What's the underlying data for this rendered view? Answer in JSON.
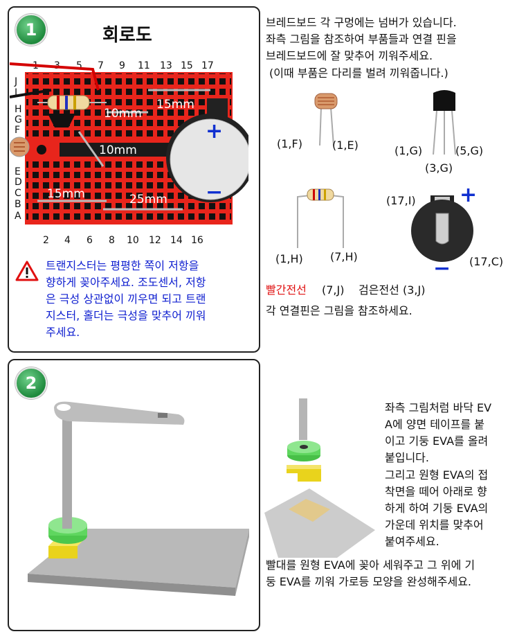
{
  "step1": {
    "badge": "1",
    "title": "회로도",
    "top_cols": [
      "1",
      "3",
      "5",
      "7",
      "9",
      "11",
      "13",
      "15",
      "17"
    ],
    "bottom_cols": [
      "2",
      "4",
      "6",
      "8",
      "10",
      "12",
      "14",
      "16"
    ],
    "rows_upper": [
      "J",
      "I",
      "H",
      "G",
      "F"
    ],
    "rows_lower": [
      "E",
      "D",
      "C",
      "B",
      "A"
    ],
    "measures": [
      "10mm",
      "15mm",
      "10mm",
      "15mm",
      "25mm"
    ],
    "polarity_plus": "+",
    "polarity_minus": "−",
    "warning_lines": [
      "트랜지스터는 평평한 쪽이 저항을",
      "향하게 꽂아주세요. 조도센서, 저항",
      "은 극성 상관없이 끼우면 되고 트랜",
      "지스터, 홀더는 극성을 맞추어 끼워",
      "주세요."
    ],
    "intro_lines": [
      "브레드보드 각 구멍에는 넘버가 있습니다.",
      "좌측 그림을 참조하여 부품들과 연결 핀을",
      "브레드보드에 잘 맞추어 끼워주세요.",
      "(이때 부품은 다리를 벌려 끼워줍니다.)"
    ],
    "pins": {
      "ldr_left": "(1,F)",
      "ldr_right": "(1,E)",
      "tr_left": "(1,G)",
      "tr_right": "(5,G)",
      "tr_mid": "(3,G)",
      "res_left": "(1,H)",
      "res_right": "(7,H)",
      "holder_top": "(17,I)",
      "holder_bottom": "(17,C)"
    },
    "red_wire_label": "빨간전선",
    "red_wire_pin": "(7,J)",
    "black_wire": "검은전선 (3,J)",
    "note": "각 연결핀은 그림을 참조하세요."
  },
  "step2": {
    "badge": "2",
    "text_lines": [
      "좌측 그림처럼 바닥 EV",
      "A에 양면 테이프를 붙",
      "이고 기둥 EVA를 올려",
      "붙입니다.",
      "그리고 원형 EVA의 접",
      "착면을 떼어 아래로 향",
      "하게 하여 기둥 EVA의",
      "가운데 위치를 맞추어",
      "붙여주세요."
    ],
    "bottom_lines": [
      "빨대를 원형 EVA에 꽂아 세워주고 그 위에 기",
      "둥 EVA를 끼워 가로등 모양을 완성해주세요."
    ]
  },
  "colors": {
    "board": "#e8251c",
    "badge": "#1f8a3d",
    "blue_text": "#1020d0",
    "red_text": "#e01010"
  }
}
